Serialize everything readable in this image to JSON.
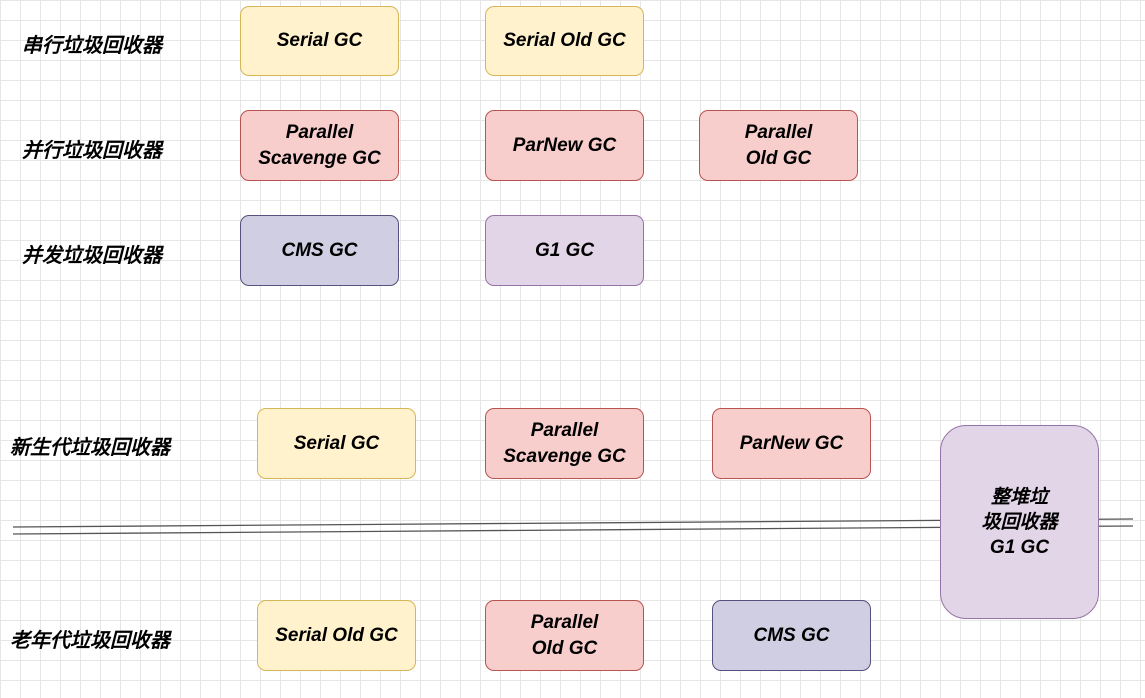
{
  "top_section": {
    "rows": [
      {
        "label": "串行垃圾回收器",
        "boxes": [
          "Serial GC",
          "Serial Old GC"
        ]
      },
      {
        "label": "并行垃圾回收器",
        "boxes": [
          "Parallel\nScavenge GC",
          "ParNew GC",
          "Parallel\nOld GC"
        ]
      },
      {
        "label": "并发垃圾回收器",
        "boxes": [
          "CMS GC",
          "G1 GC"
        ]
      }
    ]
  },
  "bottom_section": {
    "young_label": "新生代垃圾回收器",
    "young_boxes": [
      "Serial GC",
      "Parallel\nScavenge GC",
      "ParNew GC"
    ],
    "old_label": "老年代垃圾回收器",
    "old_boxes": [
      "Serial Old GC",
      "Parallel\nOld GC",
      "CMS GC"
    ],
    "whole_heap_box": "整堆垃\n圾回收器\nG1 GC"
  },
  "colors": {
    "yellow_fill": "#fff2cc",
    "yellow_stroke": "#d6b656",
    "red_fill": "#f8cecc",
    "red_stroke": "#b85450",
    "navy_fill": "#d0cee2",
    "navy_stroke": "#56517e",
    "purple_fill": "#e1d5e7",
    "purple_stroke": "#9673a6"
  }
}
